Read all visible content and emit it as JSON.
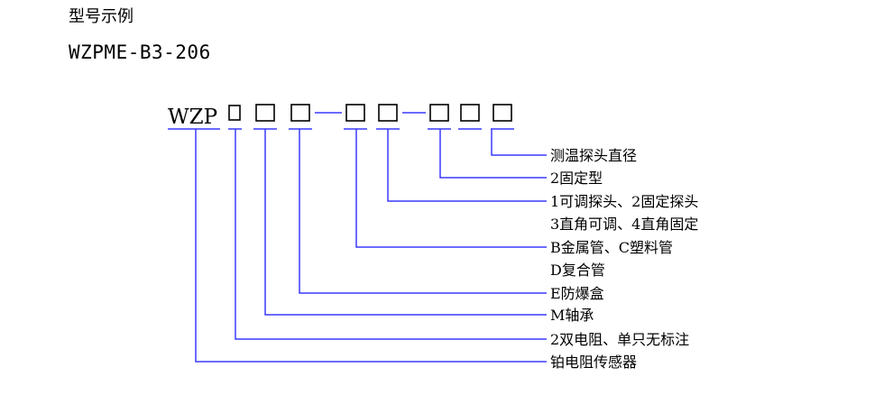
{
  "heading": "型号示例",
  "model_example": "WZPME-B3-206",
  "diagram": {
    "prefix": "WZP",
    "labels": [
      "测温探头直径",
      "2固定型",
      "1可调探头、2固定探头",
      "3直角可调、4直角固定",
      "B金属管、C塑料管",
      "D复合管",
      "E防爆盒",
      "M轴承",
      "2双电阻、单只无标注",
      "铂电阻传感器"
    ]
  },
  "colors": {
    "line": "#3a3aff",
    "text": "#000000"
  }
}
